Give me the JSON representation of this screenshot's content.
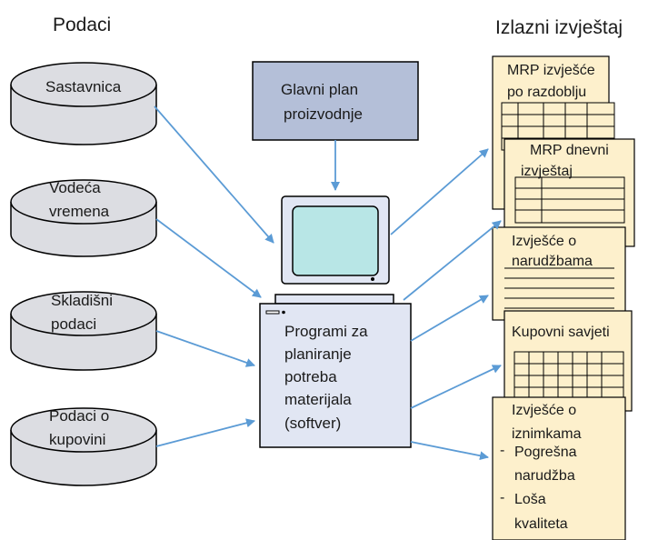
{
  "headers": {
    "inputs": "Podaci",
    "outputs": "Izlazni izvještaj"
  },
  "databases": [
    {
      "line1": "Sastavnica",
      "line2": ""
    },
    {
      "line1": "Vodeća",
      "line2": "vremena"
    },
    {
      "line1": "Skladišni",
      "line2": "podaci"
    },
    {
      "line1": "Podaci o",
      "line2": "kupovini"
    }
  ],
  "master_plan": {
    "line1": "Glavni plan",
    "line2": "proizvodnje"
  },
  "computer": {
    "lines": [
      "Programi za",
      "planiranje",
      "potreba",
      "materijala",
      "(softver)"
    ]
  },
  "reports": [
    {
      "line1": "MRP izvješće",
      "line2": "po razdoblju"
    },
    {
      "line1": "MRP dnevni",
      "line2": "izvještaj"
    },
    {
      "line1": "Izvješće o",
      "line2": "narudžbama"
    },
    {
      "line1": "Kupovni savjeti",
      "line2": ""
    },
    {
      "line1": "Izvješće o",
      "line2": "iznimkama"
    }
  ],
  "exceptions": [
    {
      "line1": "Pogrešna",
      "line2": "narudžba"
    },
    {
      "line1": "Loša",
      "line2": "kvaliteta"
    }
  ],
  "colors": {
    "database_fill": "#dcdde2",
    "plan_fill": "#b4bfd8",
    "computer_fill": "#e1e6f3",
    "screen_fill": "#b8e6e6",
    "report_fill": "#fdf0cc",
    "arrow": "#5b9bd5"
  }
}
